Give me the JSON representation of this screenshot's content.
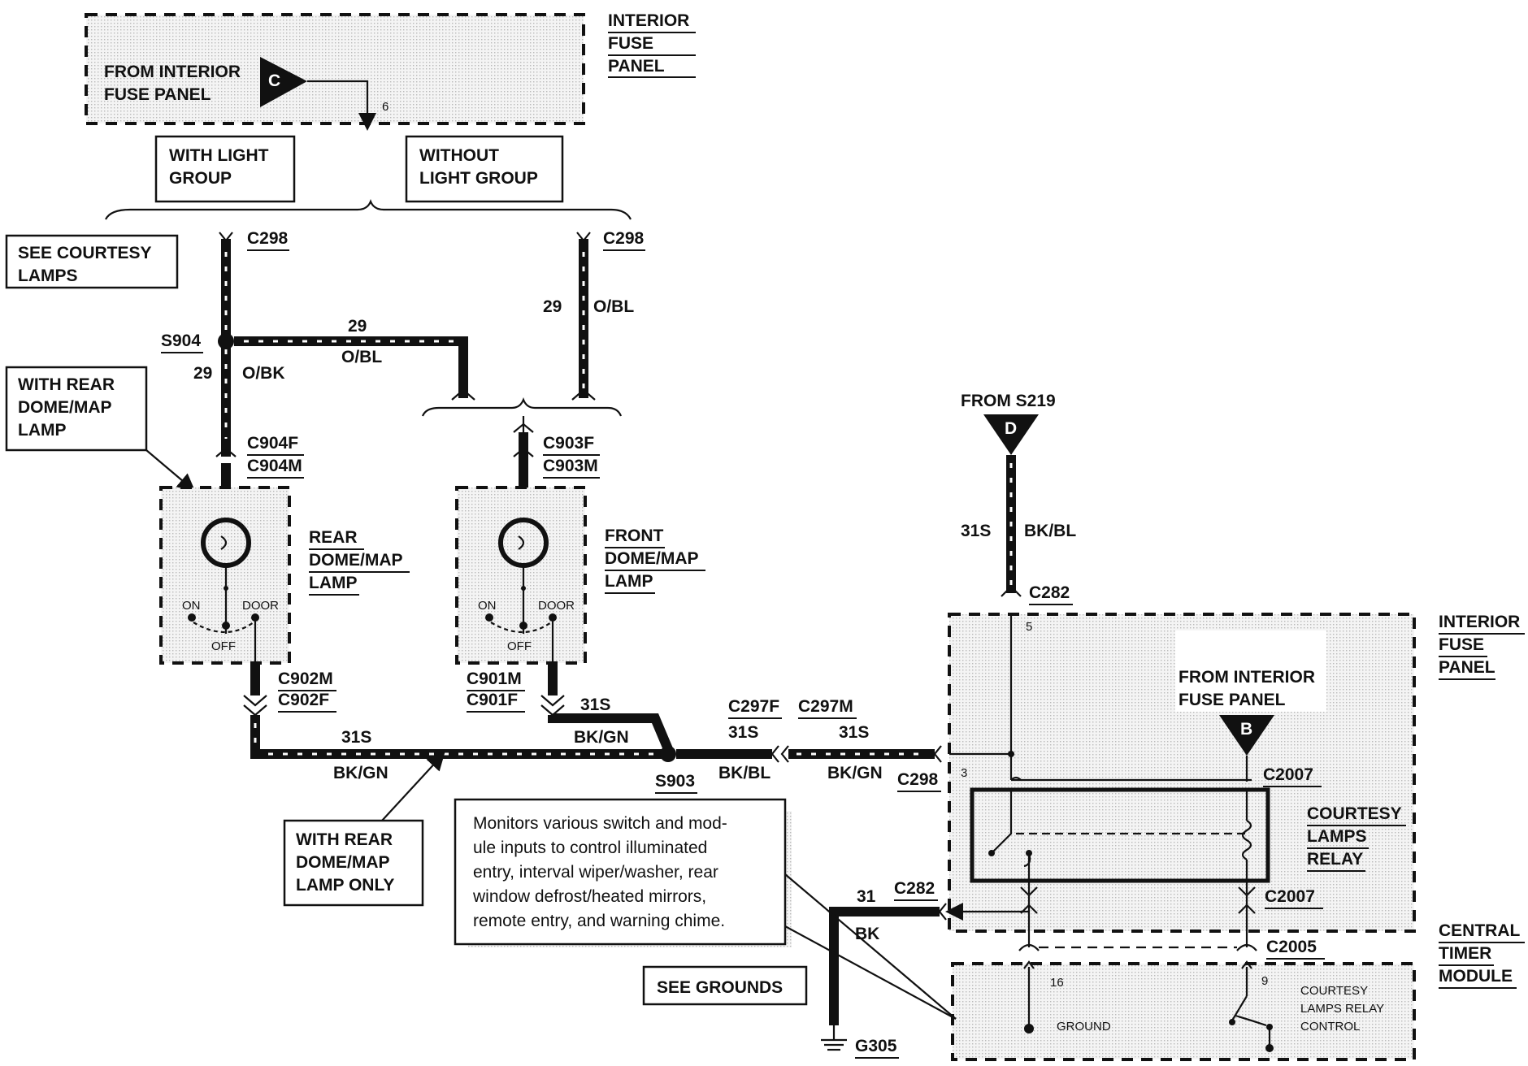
{
  "fuse_panel_top": {
    "title": [
      "INTERIOR",
      "FUSE",
      "PANEL"
    ],
    "source": [
      "FROM INTERIOR",
      "FUSE PANEL"
    ],
    "connector_letter": "C",
    "pin": "6"
  },
  "options": {
    "with_light_group": [
      "WITH LIGHT",
      "GROUP"
    ],
    "without_light_group": [
      "WITHOUT",
      "LIGHT GROUP"
    ],
    "see_courtesy_lamps": [
      "SEE COURTESY",
      "LAMPS"
    ],
    "with_rear_dome_map_lamp": [
      "WITH REAR",
      "DOME/MAP",
      "LAMP"
    ],
    "with_rear_dome_map_lamp_only": [
      "WITH REAR",
      "DOME/MAP",
      "LAMP ONLY"
    ]
  },
  "connectors": {
    "c298_left": "C298",
    "c298_right": "C298",
    "c298_bottom": "C298",
    "s904": "S904",
    "s903": "S903",
    "c904f": "C904F",
    "c904m": "C904M",
    "c903f": "C903F",
    "c903m": "C903M",
    "c902m": "C902M",
    "c902f": "C902F",
    "c901m": "C901M",
    "c901f": "C901F",
    "c297f": "C297F",
    "c297m": "C297M",
    "c282_top": "C282",
    "c282_bottom": "C282",
    "c2007_top": "C2007",
    "c2007_bottom": "C2007",
    "c2005": "C2005",
    "g305": "G305"
  },
  "wires": {
    "w29_1": "29",
    "w29_ob": "O/BK",
    "w29_2": "29",
    "w29_obl": "O/BL",
    "w29_3": "29",
    "w29_obl2": "O/BL",
    "w31s_a": "31S",
    "w31s_a_col": "BK/GN",
    "w31s_b": "31S",
    "w31s_b_col": "BK/GN",
    "w31s_c": "31S",
    "w31s_c_col": "BK/BL",
    "w31s_d": "31S",
    "w31s_d_col": "BK/GN",
    "w31s_e": "31S",
    "w31s_e_col": "BK/BL",
    "w31": "31",
    "w31_col": "BK"
  },
  "lamps": {
    "rear": [
      "REAR",
      "DOME/MAP",
      "LAMP"
    ],
    "front": [
      "FRONT",
      "DOME/MAP",
      "LAMP"
    ],
    "on": "ON",
    "door": "DOOR",
    "off": "OFF"
  },
  "from_s219": "FROM S219",
  "connector_d": "D",
  "fuse_panel_right": {
    "title": [
      "INTERIOR",
      "FUSE",
      "PANEL"
    ],
    "source": [
      "FROM INTERIOR",
      "FUSE PANEL"
    ],
    "connector_letter": "B",
    "pin5": "5",
    "pin3": "3"
  },
  "relay": [
    "COURTESY",
    "LAMPS",
    "RELAY"
  ],
  "central_timer": {
    "title": [
      "CENTRAL",
      "TIMER",
      "MODULE"
    ],
    "pin16": "16",
    "pin9": "9",
    "ground": "GROUND",
    "control": [
      "COURTESY",
      "LAMPS RELAY",
      "CONTROL"
    ]
  },
  "note": [
    "Monitors various switch and mod-",
    "ule inputs to control illuminated",
    "entry, interval wiper/washer, rear",
    "window defrost/heated mirrors,",
    "remote entry, and warning chime."
  ],
  "see_grounds": "SEE GROUNDS"
}
